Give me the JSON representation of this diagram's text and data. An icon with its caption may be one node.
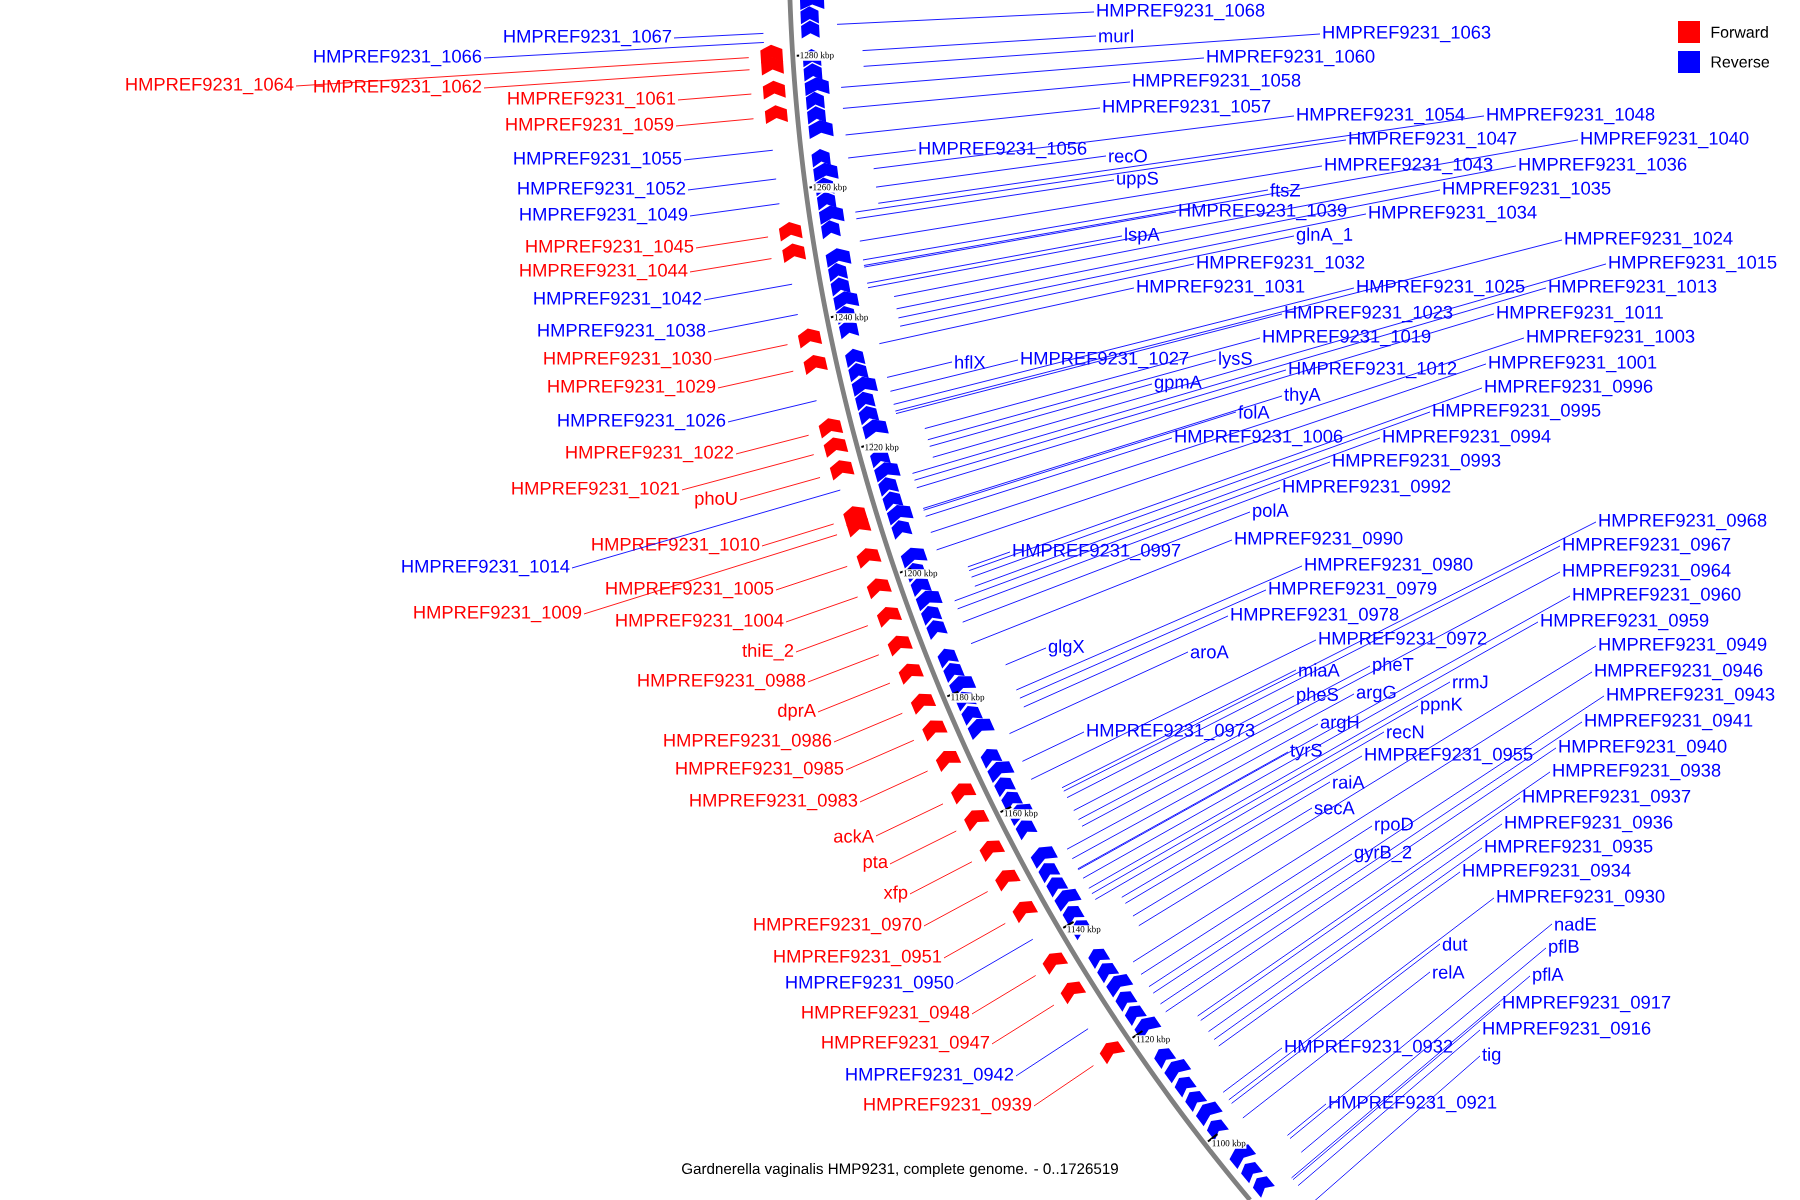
{
  "diagram": {
    "caption": "Gardnerella vaginalis HMP9231, complete genome. - 0..1726519",
    "nodes": [
      {
        "text": [
          "HMPREF9231_1067"
        ]
      },
      {
        "text": [
          "HMPREF9231_1066"
        ]
      },
      {
        "text": [
          "HMPREF9231_1064"
        ]
      },
      {
        "text": [
          "HMPREF9231_1062"
        ]
      },
      {
        "text": [
          "HMPREF9231_1061"
        ]
      },
      {
        "text": [
          "HMPREF9231_1059"
        ]
      },
      {
        "text": [
          "HMPREF9231_1055"
        ]
      },
      {
        "text": [
          "HMPREF9231_1052"
        ]
      },
      {
        "text": [
          "HMPREF9231_1049"
        ]
      },
      {
        "text": [
          "HMPREF9231_1045"
        ]
      },
      {
        "text": [
          "HMPREF9231_1044"
        ]
      },
      {
        "text": [
          "HMPREF9231_1042"
        ]
      },
      {
        "text": [
          "HMPREF9231_1038"
        ]
      },
      {
        "text": [
          "HMPREF9231_1030"
        ]
      },
      {
        "text": [
          "HMPREF9231_1029"
        ]
      },
      {
        "text": [
          "HMPREF9231_1026"
        ]
      },
      {
        "text": [
          "HMPREF9231_1022"
        ]
      },
      {
        "text": [
          "HMPREF9231_1021"
        ]
      },
      {
        "text": [
          "phoU"
        ]
      },
      {
        "text": [
          "HMPREF9231_1010"
        ]
      },
      {
        "text": [
          "HMPREF9231_1014"
        ]
      },
      {
        "text": [
          "HMPREF9231_1005"
        ]
      },
      {
        "text": [
          "HMPREF9231_1009"
        ]
      },
      {
        "text": [
          "HMPREF9231_1004"
        ]
      },
      {
        "text": [
          "thiE_2"
        ]
      },
      {
        "text": [
          "HMPREF9231_0988"
        ]
      },
      {
        "text": [
          "dprA"
        ]
      },
      {
        "text": [
          "HMPREF9231_0986"
        ]
      },
      {
        "text": [
          "HMPREF9231_0985"
        ]
      },
      {
        "text": [
          "HMPREF9231_0983"
        ]
      },
      {
        "text": [
          "ackA"
        ]
      },
      {
        "text": [
          "pta"
        ]
      },
      {
        "text": [
          "xfp"
        ]
      },
      {
        "text": [
          "HMPREF9231_0970"
        ]
      },
      {
        "text": [
          "HMPREF9231_0951"
        ]
      },
      {
        "text": [
          "HMPREF9231_0950"
        ]
      },
      {
        "text": [
          "HMPREF9231_0948"
        ]
      },
      {
        "text": [
          "HMPREF9231_0947"
        ]
      },
      {
        "text": [
          "HMPREF9231_0942"
        ]
      },
      {
        "text": [
          "HMPREF9231_0939"
        ]
      },
      {
        "text": [
          "HMPREF9231_1068"
        ]
      },
      {
        "text": [
          "murI"
        ]
      },
      {
        "text": [
          "HMPREF9231_1063"
        ]
      },
      {
        "text": [
          "HMPREF9231_1060"
        ]
      },
      {
        "text": [
          "HMPREF9231_1058"
        ]
      },
      {
        "text": [
          "HMPREF9231_1057"
        ]
      },
      {
        "text": [
          "HMPREF9231_1054"
        ]
      },
      {
        "text": [
          "HMPREF9231_1048"
        ]
      },
      {
        "text": [
          "HMPREF9231_1056"
        ]
      },
      {
        "text": [
          "recO"
        ]
      },
      {
        "text": [
          "HMPREF9231_1047"
        ]
      },
      {
        "text": [
          "HMPREF9231_1040"
        ]
      },
      {
        "text": [
          "HMPREF9231_1043"
        ]
      },
      {
        "text": [
          "HMPREF9231_1036"
        ]
      },
      {
        "text": [
          "uppS"
        ]
      },
      {
        "text": [
          "ftsZ"
        ]
      },
      {
        "text": [
          "HMPREF9231_1035"
        ]
      },
      {
        "text": [
          "HMPREF9231_1039"
        ]
      },
      {
        "text": [
          "HMPREF9231_1034"
        ]
      },
      {
        "text": [
          "lspA"
        ]
      },
      {
        "text": [
          "glnA_1"
        ]
      },
      {
        "text": [
          "HMPREF9231_1024"
        ]
      },
      {
        "text": [
          "HMPREF9231_1032"
        ]
      },
      {
        "text": [
          "HMPREF9231_1015"
        ]
      },
      {
        "text": [
          "HMPREF9231_1031"
        ]
      },
      {
        "text": [
          "HMPREF9231_1025"
        ]
      },
      {
        "text": [
          "HMPREF9231_1013"
        ]
      },
      {
        "text": [
          "HMPREF9231_1023"
        ]
      },
      {
        "text": [
          "HMPREF9231_1011"
        ]
      },
      {
        "text": [
          "HMPREF9231_1019"
        ]
      },
      {
        "text": [
          "HMPREF9231_1003"
        ]
      },
      {
        "text": [
          "hflX"
        ]
      },
      {
        "text": [
          "HMPREF9231_1027"
        ]
      },
      {
        "text": [
          "lysS"
        ]
      },
      {
        "text": [
          "HMPREF9231_1012"
        ]
      },
      {
        "text": [
          "HMPREF9231_1001"
        ]
      },
      {
        "text": [
          "gpmA"
        ]
      },
      {
        "text": [
          "thyA"
        ]
      },
      {
        "text": [
          "HMPREF9231_0996"
        ]
      },
      {
        "text": [
          "folA"
        ]
      },
      {
        "text": [
          "HMPREF9231_0995"
        ]
      },
      {
        "text": [
          "HMPREF9231_1006"
        ]
      },
      {
        "text": [
          "HMPREF9231_0994"
        ]
      },
      {
        "text": [
          "HMPREF9231_0993"
        ]
      },
      {
        "text": [
          "HMPREF9231_0992"
        ]
      },
      {
        "text": [
          "polA"
        ]
      },
      {
        "text": [
          "HMPREF9231_0968"
        ]
      },
      {
        "text": [
          "HMPREF9231_0997"
        ]
      },
      {
        "text": [
          "HMPREF9231_0990"
        ]
      },
      {
        "text": [
          "HMPREF9231_0967"
        ]
      },
      {
        "text": [
          "HMPREF9231_0980"
        ]
      },
      {
        "text": [
          "HMPREF9231_0964"
        ]
      },
      {
        "text": [
          "HMPREF9231_0979"
        ]
      },
      {
        "text": [
          "HMPREF9231_0960"
        ]
      },
      {
        "text": [
          "HMPREF9231_0978"
        ]
      },
      {
        "text": [
          "HMPREF9231_0959"
        ]
      },
      {
        "text": [
          "glgX"
        ]
      },
      {
        "text": [
          "aroA"
        ]
      },
      {
        "text": [
          "HMPREF9231_0972"
        ]
      },
      {
        "text": [
          "HMPREF9231_0949"
        ]
      },
      {
        "text": [
          "miaA"
        ]
      },
      {
        "text": [
          "pheT"
        ]
      },
      {
        "text": [
          "HMPREF9231_0946"
        ]
      },
      {
        "text": [
          "rrmJ"
        ]
      },
      {
        "text": [
          "pheS"
        ]
      },
      {
        "text": [
          "argG"
        ]
      },
      {
        "text": [
          "HMPREF9231_0943"
        ]
      },
      {
        "text": [
          "ppnK"
        ]
      },
      {
        "text": [
          "argH"
        ]
      },
      {
        "text": [
          "HMPREF9231_0941"
        ]
      },
      {
        "text": [
          "HMPREF9231_0973"
        ]
      },
      {
        "text": [
          "recN"
        ]
      },
      {
        "text": [
          "tyrS"
        ]
      },
      {
        "text": [
          "HMPREF9231_0955"
        ]
      },
      {
        "text": [
          "HMPREF9231_0940"
        ]
      },
      {
        "text": [
          "HMPREF9231_0938"
        ]
      },
      {
        "text": [
          "raiA"
        ]
      },
      {
        "text": [
          "HMPREF9231_0937"
        ]
      },
      {
        "text": [
          "secA"
        ]
      },
      {
        "text": [
          "HMPREF9231_0936"
        ]
      },
      {
        "text": [
          "rpoD"
        ]
      },
      {
        "text": [
          "HMPREF9231_0935"
        ]
      },
      {
        "text": [
          "gyrB_2"
        ]
      },
      {
        "text": [
          "HMPREF9231_0934"
        ]
      },
      {
        "text": [
          "HMPREF9231_0930"
        ]
      },
      {
        "text": [
          "nadE"
        ]
      },
      {
        "text": [
          "dut"
        ]
      },
      {
        "text": [
          "pflB"
        ]
      },
      {
        "text": [
          "relA"
        ]
      },
      {
        "text": [
          "pflA"
        ]
      },
      {
        "text": [
          "HMPREF9231_0917"
        ]
      },
      {
        "text": [
          "HMPREF9231_0916"
        ]
      },
      {
        "text": [
          "HMPREF9231_0932"
        ]
      },
      {
        "text": [
          "tig"
        ]
      },
      {
        "text": [
          "HMPREF9231_0921"
        ]
      }
    ],
    "edges": [
      {
        "from": 0,
        "to": null,
        "arrow": "none"
      },
      {
        "from": 1,
        "to": null,
        "arrow": "none"
      },
      {
        "from": 2,
        "to": null,
        "arrow": "none",
        "color": "#ff0000"
      },
      {
        "from": 3,
        "to": null,
        "arrow": "none",
        "color": "#ff0000"
      },
      {
        "from": 4,
        "to": null,
        "arrow": "none",
        "color": "#ff0000"
      },
      {
        "from": 5,
        "to": null,
        "arrow": "none",
        "color": "#ff0000"
      },
      {
        "from": 6,
        "to": null,
        "arrow": "none"
      },
      {
        "from": 7,
        "to": null,
        "arrow": "none"
      },
      {
        "from": 8,
        "to": null,
        "arrow": "none"
      },
      {
        "from": 9,
        "to": null,
        "arrow": "none",
        "color": "#ff0000"
      },
      {
        "from": 10,
        "to": null,
        "arrow": "none",
        "color": "#ff0000"
      },
      {
        "from": 11,
        "to": null,
        "arrow": "none"
      },
      {
        "from": 12,
        "to": null,
        "arrow": "none"
      },
      {
        "from": 13,
        "to": null,
        "arrow": "none",
        "color": "#ff0000"
      },
      {
        "from": 14,
        "to": null,
        "arrow": "none",
        "color": "#ff0000"
      },
      {
        "from": 15,
        "to": null,
        "arrow": "none"
      },
      {
        "from": 16,
        "to": null,
        "arrow": "none",
        "color": "#ff0000"
      },
      {
        "from": 17,
        "to": null,
        "arrow": "none",
        "color": "#ff0000"
      },
      {
        "from": 18,
        "to": null,
        "arrow": "none",
        "color": "#ff0000"
      },
      {
        "from": 19,
        "to": null,
        "arrow": "none",
        "color": "#ff0000"
      },
      {
        "from": 20,
        "to": null,
        "arrow": "none"
      },
      {
        "from": 21,
        "to": null,
        "arrow": "none",
        "color": "#ff0000"
      },
      {
        "from": 22,
        "to": null,
        "arrow": "none",
        "color": "#ff0000"
      },
      {
        "from": 23,
        "to": null,
        "arrow": "none",
        "color": "#ff0000"
      },
      {
        "from": 24,
        "to": null,
        "arrow": "none",
        "color": "#ff0000"
      },
      {
        "from": 25,
        "to": null,
        "arrow": "none",
        "color": "#ff0000"
      },
      {
        "from": 26,
        "to": null,
        "arrow": "none",
        "color": "#ff0000"
      },
      {
        "from": 27,
        "to": null,
        "arrow": "none",
        "color": "#ff0000"
      },
      {
        "from": 28,
        "to": null,
        "arrow": "none",
        "color": "#ff0000"
      },
      {
        "from": 29,
        "to": null,
        "arrow": "none",
        "color": "#ff0000"
      },
      {
        "from": 30,
        "to": null,
        "arrow": "none",
        "color": "#ff0000"
      },
      {
        "from": 31,
        "to": null,
        "arrow": "none",
        "color": "#ff0000"
      },
      {
        "from": 32,
        "to": null,
        "arrow": "none",
        "color": "#ff0000"
      },
      {
        "from": 33,
        "to": null,
        "arrow": "none",
        "color": "#ff0000"
      },
      {
        "from": 34,
        "to": null,
        "arrow": "none",
        "color": "#ff0000"
      },
      {
        "from": 35,
        "to": null,
        "arrow": "none"
      },
      {
        "from": 36,
        "to": null,
        "arrow": "none",
        "color": "#ff0000"
      },
      {
        "from": 37,
        "to": null,
        "arrow": "none",
        "color": "#ff0000"
      },
      {
        "from": 38,
        "to": null,
        "arrow": "none"
      },
      {
        "from": 39,
        "to": null,
        "arrow": "none",
        "color": "#ff0000"
      },
      {
        "from": 40,
        "to": null,
        "arrow": "none"
      },
      {
        "from": 41,
        "to": null,
        "arrow": "none"
      },
      {
        "from": 42,
        "to": null,
        "arrow": "none"
      },
      {
        "from": 43,
        "to": null,
        "arrow": "none"
      },
      {
        "from": 44,
        "to": null,
        "arrow": "none"
      },
      {
        "from": 45,
        "to": null,
        "arrow": "none"
      },
      {
        "from": 46,
        "to": null,
        "arrow": "none"
      },
      {
        "from": 47,
        "to": null,
        "arrow": "none"
      },
      {
        "from": 48,
        "to": null,
        "arrow": "none"
      },
      {
        "from": 49,
        "to": null,
        "arrow": "none"
      },
      {
        "from": 50,
        "to": null,
        "arrow": "none"
      },
      {
        "from": 51,
        "to": null,
        "arrow": "none"
      },
      {
        "from": 52,
        "to": null,
        "arrow": "none"
      },
      {
        "from": 53,
        "to": null,
        "arrow": "none"
      },
      {
        "from": 54,
        "to": null,
        "arrow": "none"
      },
      {
        "from": 55,
        "to": null,
        "arrow": "none"
      },
      {
        "from": 56,
        "to": null,
        "arrow": "none"
      },
      {
        "from": 57,
        "to": null,
        "arrow": "none"
      },
      {
        "from": 58,
        "to": null,
        "arrow": "none"
      },
      {
        "from": 59,
        "to": null,
        "arrow": "none"
      },
      {
        "from": 60,
        "to": null,
        "arrow": "none"
      },
      {
        "from": 61,
        "to": null,
        "arrow": "none"
      },
      {
        "from": 62,
        "to": null,
        "arrow": "none"
      },
      {
        "from": 63,
        "to": null,
        "arrow": "none"
      },
      {
        "from": 64,
        "to": null,
        "arrow": "none"
      },
      {
        "from": 65,
        "to": null,
        "arrow": "none"
      },
      {
        "from": 66,
        "to": null,
        "arrow": "none"
      },
      {
        "from": 67,
        "to": null,
        "arrow": "none"
      },
      {
        "from": 68,
        "to": null,
        "arrow": "none"
      },
      {
        "from": 69,
        "to": null,
        "arrow": "none"
      },
      {
        "from": 70,
        "to": null,
        "arrow": "none"
      },
      {
        "from": 71,
        "to": null,
        "arrow": "none"
      },
      {
        "from": 72,
        "to": null,
        "arrow": "none"
      },
      {
        "from": 73,
        "to": null,
        "arrow": "none"
      },
      {
        "from": 74,
        "to": null,
        "arrow": "none"
      },
      {
        "from": 75,
        "to": null,
        "arrow": "none"
      },
      {
        "from": 76,
        "to": null,
        "arrow": "none"
      },
      {
        "from": 77,
        "to": null,
        "arrow": "none"
      },
      {
        "from": 78,
        "to": null,
        "arrow": "none"
      },
      {
        "from": 79,
        "to": null,
        "arrow": "none"
      },
      {
        "from": 80,
        "to": null,
        "arrow": "none"
      },
      {
        "from": 81,
        "to": null,
        "arrow": "none"
      },
      {
        "from": 82,
        "to": null,
        "arrow": "none"
      },
      {
        "from": 83,
        "to": null,
        "arrow": "none"
      },
      {
        "from": 84,
        "to": null,
        "arrow": "none"
      },
      {
        "from": 85,
        "to": null,
        "arrow": "none"
      },
      {
        "from": 86,
        "to": null,
        "arrow": "none"
      },
      {
        "from": 87,
        "to": null,
        "arrow": "none"
      },
      {
        "from": 88,
        "to": null,
        "arrow": "none"
      },
      {
        "from": 89,
        "to": null,
        "arrow": "none"
      },
      {
        "from": 90,
        "to": null,
        "arrow": "none"
      },
      {
        "from": 91,
        "to": null,
        "arrow": "none"
      },
      {
        "from": 92,
        "to": null,
        "arrow": "none"
      },
      {
        "from": 93,
        "to": null,
        "arrow": "none"
      },
      {
        "from": 94,
        "to": null,
        "arrow": "none"
      },
      {
        "from": 95,
        "to": null,
        "arrow": "none"
      },
      {
        "from": 96,
        "to": null,
        "arrow": "none"
      },
      {
        "from": 97,
        "to": null,
        "arrow": "none"
      },
      {
        "from": 98,
        "to": null,
        "arrow": "none"
      },
      {
        "from": 99,
        "to": null,
        "arrow": "none"
      },
      {
        "from": 100,
        "to": null,
        "arrow": "none"
      },
      {
        "from": 101,
        "to": null,
        "arrow": "none"
      },
      {
        "from": 102,
        "to": null,
        "arrow": "none"
      },
      {
        "from": 103,
        "to": null,
        "arrow": "none"
      },
      {
        "from": 104,
        "to": null,
        "arrow": "none"
      },
      {
        "from": 105,
        "to": null,
        "arrow": "none"
      },
      {
        "from": 106,
        "to": null,
        "arrow": "none"
      },
      {
        "from": 107,
        "to": null,
        "arrow": "none"
      },
      {
        "from": 108,
        "to": null,
        "arrow": "none"
      },
      {
        "from": 109,
        "to": null,
        "arrow": "none"
      },
      {
        "from": 110,
        "to": null,
        "arrow": "none"
      },
      {
        "from": 111,
        "to": null,
        "arrow": "none"
      },
      {
        "from": 112,
        "to": null,
        "arrow": "none"
      },
      {
        "from": 113,
        "to": null,
        "arrow": "none"
      },
      {
        "from": 114,
        "to": null,
        "arrow": "none"
      },
      {
        "from": 115,
        "to": null,
        "arrow": "none"
      },
      {
        "from": 116,
        "to": null,
        "arrow": "none"
      },
      {
        "from": 117,
        "to": null,
        "arrow": "none"
      },
      {
        "from": 118,
        "to": null,
        "arrow": "none"
      },
      {
        "from": 119,
        "to": null,
        "arrow": "none"
      },
      {
        "from": 120,
        "to": null,
        "arrow": "none"
      },
      {
        "from": 121,
        "to": null,
        "arrow": "none"
      },
      {
        "from": 122,
        "to": null,
        "arrow": "none"
      },
      {
        "from": 123,
        "to": null,
        "arrow": "none"
      },
      {
        "from": 124,
        "to": null,
        "arrow": "none"
      },
      {
        "from": 125,
        "to": null,
        "arrow": "none"
      },
      {
        "from": 126,
        "to": null,
        "arrow": "none"
      },
      {
        "from": 127,
        "to": null,
        "arrow": "none"
      },
      {
        "from": 128,
        "to": null,
        "arrow": "none"
      },
      {
        "from": 129,
        "to": null,
        "arrow": "none"
      },
      {
        "from": 130,
        "to": null,
        "arrow": "none"
      },
      {
        "from": 131,
        "to": null,
        "arrow": "none"
      },
      {
        "from": 132,
        "to": null,
        "arrow": "none"
      },
      {
        "from": 133,
        "to": null,
        "arrow": "none"
      },
      {
        "from": 134,
        "to": null,
        "arrow": "none"
      }
    ],
    "labels": [
      "1280 kbp",
      "1260 kbp",
      "1240 kbp",
      "1220 kbp",
      "1200 kbp",
      "1180 kbp",
      "1160 kbp",
      "1140 kbp",
      "1120 kbp",
      "1100 kbp"
    ],
    "legend": [
      {
        "text": "Forward",
        "color": "#ff0000"
      },
      {
        "text": "Reverse",
        "color": "#0000ff"
      }
    ]
  }
}
